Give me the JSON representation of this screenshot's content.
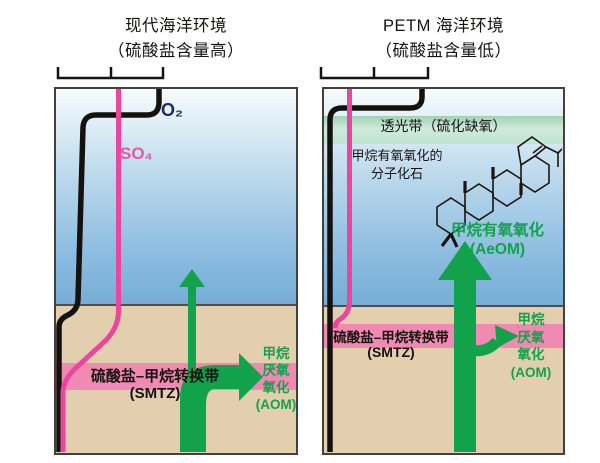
{
  "panels": {
    "left": {
      "title_line1": "现代海洋环境",
      "title_line2": "（硫酸盐含量高）",
      "o2_label": "O₂",
      "so4_label": "SO₄",
      "smtz_line1": "硫酸盐–甲烷转换带",
      "smtz_line2": "(SMTZ)",
      "aom_label": "甲烷\n厌氧\n氧化\n(AOM)"
    },
    "right": {
      "title_line1": "PETM 海洋环境",
      "title_line2": "（硫酸盐含量低）",
      "photic_label": "透光带（硫化缺氧）",
      "biomarker_label": "甲烷有氧氧化的\n分子化石",
      "aeom_label": "甲烷有氧氧化\n(AeOM)",
      "smtz_line1": "硫酸盐–甲烷转换带",
      "smtz_line2": "(SMTZ)",
      "aom_label": "甲烷\n厌氧\n氧化\n(AOM)"
    }
  },
  "colors": {
    "arrow_green": "#12a24c",
    "so4_pink": "#e8479d",
    "so4_label_pink": "#e558a4",
    "smtz_pink": "#f08ab2",
    "o2_black": "#15110e",
    "o2_label_navy": "#1e2a6e",
    "sediment_tan": "#e3cfad",
    "water_blue": "#74acd6",
    "photic_green": "#aad8bd"
  }
}
